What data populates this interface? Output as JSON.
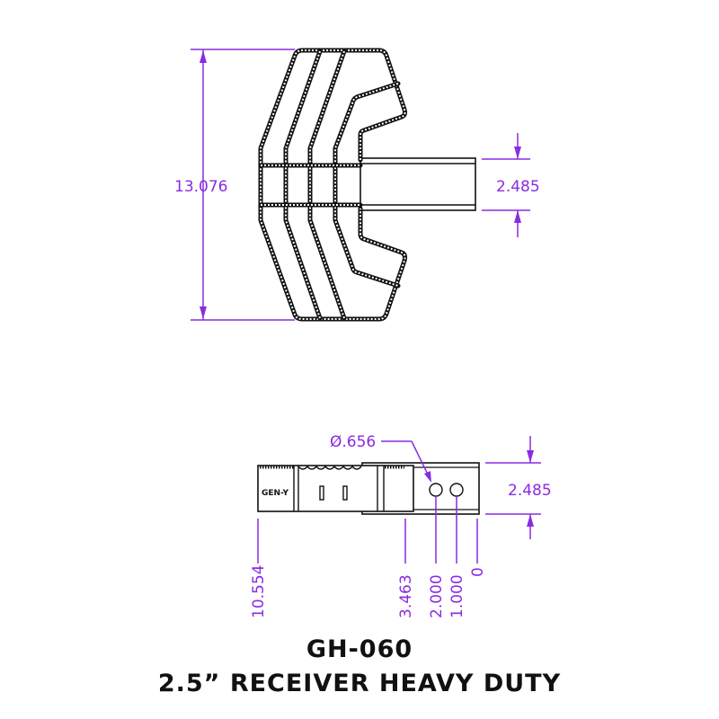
{
  "drawing": {
    "part_number": "GH-060",
    "description": "2.5” RECEIVER HEAVY DUTY",
    "accent_color": "#8a2be2",
    "line_color": "#111111"
  },
  "top_view": {
    "overall_height_dim": "13.076",
    "receiver_width_dim": "2.485"
  },
  "side_view": {
    "hole_diameter_dim": "Ø.656",
    "receiver_height_dim": "2.485",
    "logo_text": "GEN-Y",
    "baseline_dims": [
      "10.554",
      "3.463",
      "2.000",
      "1.000",
      "0"
    ]
  }
}
